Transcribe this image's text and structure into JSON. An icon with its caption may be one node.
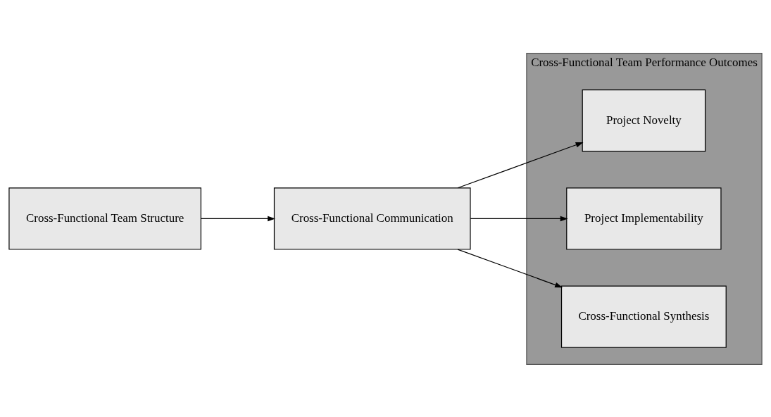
{
  "diagram": {
    "nodes": [
      {
        "text": [
          "Cross-Functional Team Structure"
        ]
      },
      {
        "text": [
          "Cross-Functional Communication"
        ]
      },
      {
        "text": [
          "Cross-Functional Team Performance Outcomes"
        ]
      },
      {
        "text": [
          "Project Novelty"
        ],
        "in": 2
      },
      {
        "text": [
          "Project Implementability"
        ],
        "in": 2
      },
      {
        "text": [
          "Cross-Functional Synthesis"
        ],
        "in": 2
      }
    ],
    "edges": [
      {
        "from": 0,
        "to": 1,
        "arrow": "to"
      },
      {
        "from": 1,
        "to": 3,
        "arrow": "to"
      },
      {
        "from": 1,
        "to": 4,
        "arrow": "to"
      },
      {
        "from": 1,
        "to": 5,
        "arrow": "to"
      }
    ]
  }
}
